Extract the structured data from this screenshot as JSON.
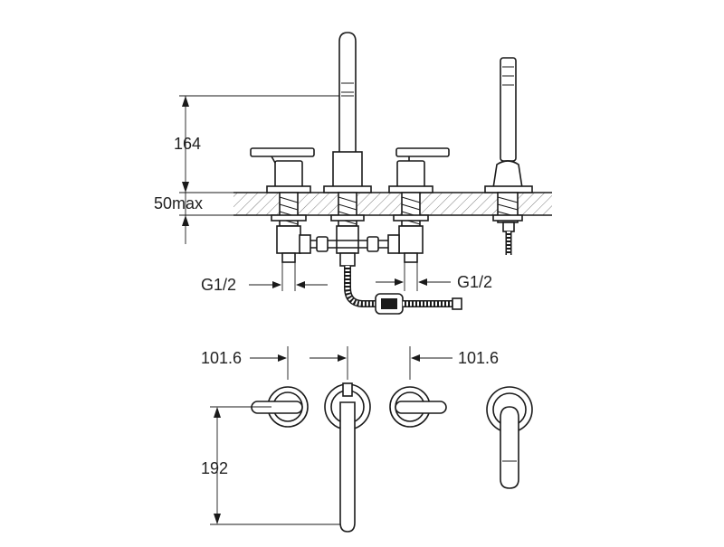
{
  "dimensions": {
    "spout_height": "164",
    "deck_thickness": "50max",
    "connection_left": "G1/2",
    "connection_right": "G1/2",
    "spacing_left": "101.6",
    "spacing_right": "101.6",
    "spout_reach": "192"
  }
}
